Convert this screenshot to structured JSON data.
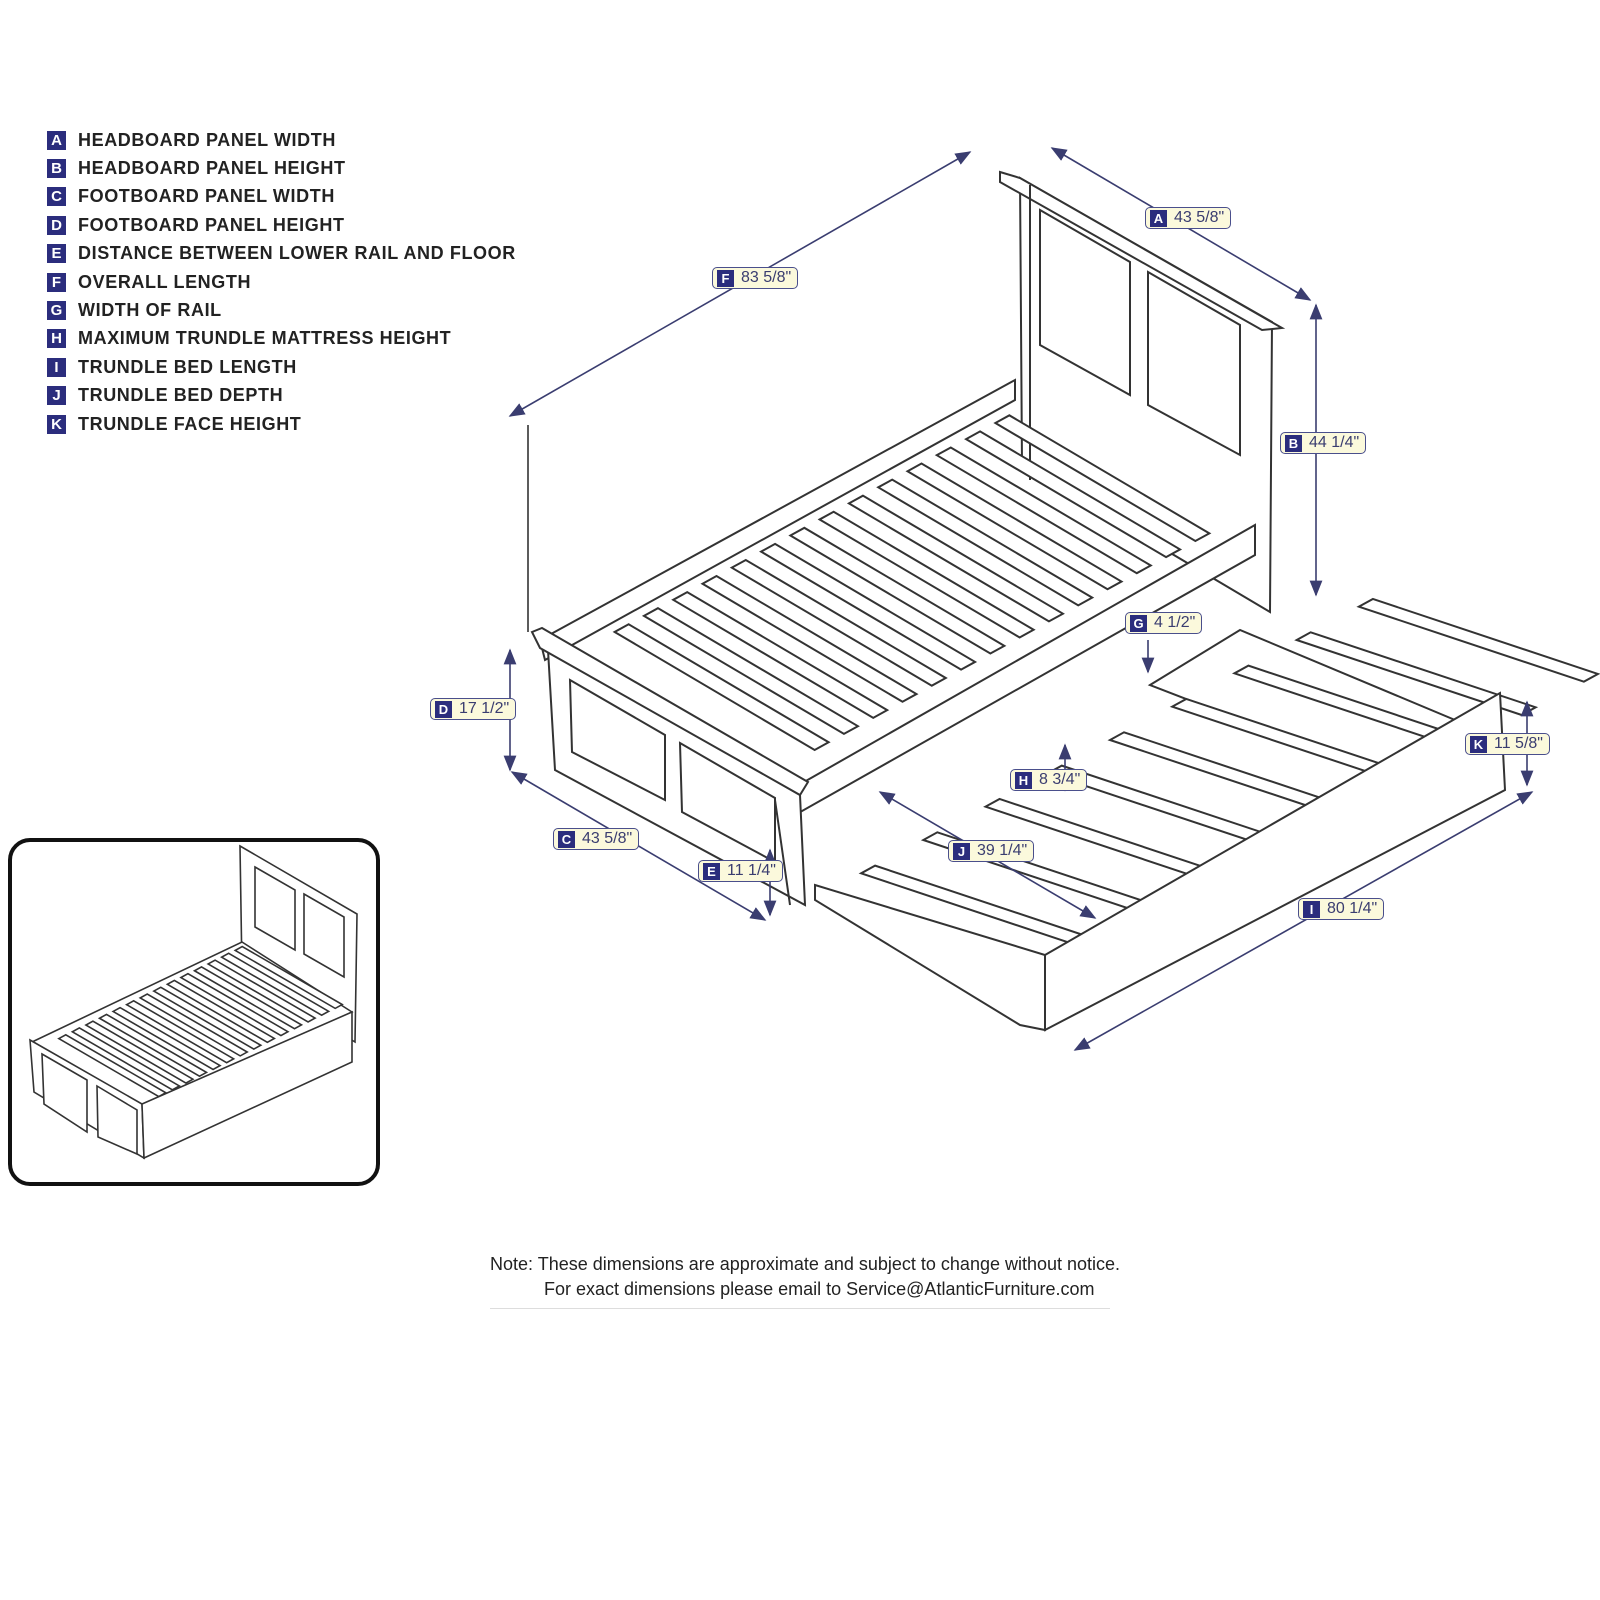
{
  "legend": [
    {
      "key": "A",
      "text": "HEADBOARD PANEL WIDTH"
    },
    {
      "key": "B",
      "text": "HEADBOARD PANEL HEIGHT"
    },
    {
      "key": "C",
      "text": "FOOTBOARD PANEL WIDTH"
    },
    {
      "key": "D",
      "text": "FOOTBOARD PANEL HEIGHT"
    },
    {
      "key": "E",
      "text": "DISTANCE BETWEEN LOWER RAIL AND FLOOR"
    },
    {
      "key": "F",
      "text": "OVERALL LENGTH"
    },
    {
      "key": "G",
      "text": "WIDTH OF RAIL"
    },
    {
      "key": "H",
      "text": "MAXIMUM TRUNDLE MATTRESS HEIGHT"
    },
    {
      "key": "I",
      "text": "TRUNDLE BED LENGTH"
    },
    {
      "key": "J",
      "text": "TRUNDLE BED DEPTH"
    },
    {
      "key": "K",
      "text": "TRUNDLE FACE HEIGHT"
    }
  ],
  "dimensions": {
    "A": {
      "key": "A",
      "value": "43 5/8\""
    },
    "B": {
      "key": "B",
      "value": "44 1/4\""
    },
    "C": {
      "key": "C",
      "value": "43 5/8\""
    },
    "D": {
      "key": "D",
      "value": "17 1/2\""
    },
    "E": {
      "key": "E",
      "value": "11 1/4\""
    },
    "F": {
      "key": "F",
      "value": "83 5/8\""
    },
    "G": {
      "key": "G",
      "value": "4 1/2\""
    },
    "H": {
      "key": "H",
      "value": "8 3/4\""
    },
    "I": {
      "key": "I",
      "value": "80 1/4\""
    },
    "J": {
      "key": "J",
      "value": "39 1/4\""
    },
    "K": {
      "key": "K",
      "value": "11 5/8\""
    }
  },
  "note": {
    "line1": "Note:  These dimensions are approximate and subject to change without notice.",
    "line2": "For exact dimensions please email to Service@AtlanticFurniture.com"
  },
  "colors": {
    "key_bg": "#2b2d7d",
    "label_bg": "#fbf9dc",
    "dim_line": "#3a3d70"
  }
}
